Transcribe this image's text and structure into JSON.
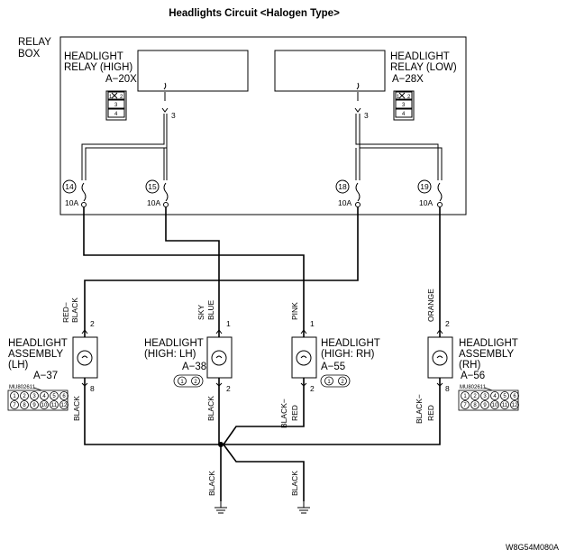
{
  "title": "Headlights Circuit <Halogen Type>",
  "relay_box": {
    "label_line1": "RELAY",
    "label_line2": "BOX"
  },
  "relay_high": {
    "label_line1": "HEADLIGHT",
    "label_line2": "RELAY (HIGH)",
    "connector": "A−20X",
    "pin": "3",
    "pins": [
      "1",
      "2",
      "3",
      "4"
    ]
  },
  "relay_low": {
    "label_line1": "HEADLIGHT",
    "label_line2": "RELAY (LOW)",
    "connector": "A−28X",
    "pin": "3",
    "pins": [
      "1",
      "2",
      "3",
      "4"
    ]
  },
  "fuses": [
    {
      "number": "14",
      "rating": "10A"
    },
    {
      "number": "15",
      "rating": "10A"
    },
    {
      "number": "18",
      "rating": "10A"
    },
    {
      "number": "19",
      "rating": "10A"
    }
  ],
  "wires": {
    "lh_top_line1": "RED−",
    "lh_top_line2": "BLACK",
    "high_lh_top_line1": "SKY",
    "high_lh_top_line2": "BLUE",
    "high_rh_top": "PINK",
    "rh_top": "ORANGE",
    "lh_bottom": "BLACK",
    "high_lh_bottom": "BLACK",
    "high_rh_bottom_line1": "BLACK−",
    "high_rh_bottom_line2": "RED",
    "rh_bottom_line1": "BLACK−",
    "rh_bottom_line2": "RED",
    "ground_left": "BLACK",
    "ground_right": "BLACK"
  },
  "components": [
    {
      "line1": "HEADLIGHT",
      "line2": "ASSEMBLY",
      "line3": "(LH)",
      "connector": "A−37",
      "pin_top": "2",
      "pin_bottom": "8",
      "part_no": "MU802611"
    },
    {
      "line1": "HEADLIGHT",
      "line2": "(HIGH: LH)",
      "connector": "A−38",
      "pin_top": "1",
      "pin_bottom": "2"
    },
    {
      "line1": "HEADLIGHT",
      "line2": "(HIGH: RH)",
      "connector": "A−55",
      "pin_top": "1",
      "pin_bottom": "2"
    },
    {
      "line1": "HEADLIGHT",
      "line2": "ASSEMBLY",
      "line3": "(RH)",
      "connector": "A−56",
      "pin_top": "2",
      "pin_bottom": "8",
      "part_no": "MU802611"
    }
  ],
  "connector_12pin": {
    "row1": [
      "1",
      "2",
      "3",
      "4",
      "5",
      "6"
    ],
    "row2": [
      "7",
      "8",
      "9",
      "10",
      "11",
      "12"
    ]
  },
  "connector_2pin": {
    "pins": [
      "1",
      "2"
    ]
  },
  "drawing_code": "W8G54M080A"
}
